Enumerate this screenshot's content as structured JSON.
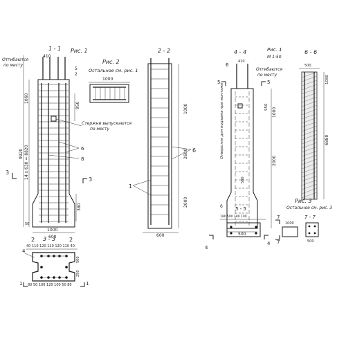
{
  "colors": {
    "ink": "#1a1a1a",
    "paper": "#ffffff"
  },
  "fig1": {
    "section_mark": "1 - 1",
    "fig_label": "Рис. 1",
    "note_bend_line1": "Отгибаются",
    "note_bend_line2": "по месту",
    "note_bars_line1": "Стержни выпускаются",
    "note_bars_line2": "по месту",
    "dim_top": "410",
    "dim_top2": "1060",
    "dim_950": "950",
    "dim_total": "9920",
    "dim_formula": "14 х 630 = 8820",
    "dim_380": "380",
    "dim_50": "50",
    "dim_1000": "1000",
    "dim_600": "600",
    "callout_6": "6",
    "callout_8": "8",
    "callout_5": "5",
    "callout_2": "2",
    "mark_3a": "3",
    "mark_3b": "3",
    "mark_2a": "2",
    "mark_2b": "2"
  },
  "fig2": {
    "fig_label": "Рис. 2",
    "note": "Остальное см. рис. 1",
    "dim_1000": "1000"
  },
  "sec33": {
    "title": "3 - 3",
    "dims_top": "40  110  120 120 120  110  40",
    "dims_bot": "80  50 100 120 100 50  80",
    "dim_right1": "500",
    "dim_right2": "250",
    "callout_4": "4",
    "mark_1a": "1",
    "mark_1b": "1"
  },
  "sec22": {
    "title": "2 - 2",
    "dim_1000": "1000",
    "dim_2600": "2600",
    "dim_2000": "2000",
    "dim_bottom": "600",
    "callout_6": "6",
    "callout_1": "1"
  },
  "sec44": {
    "title": "4 - 4",
    "fig_label": "Рис. 1",
    "scale": "М 1:50",
    "dim_410": "410",
    "note_bend_line1": "Отгибаются",
    "note_bend_line2": "по месту",
    "note_lift": "Отверстия для подъема при монтаже",
    "dim_950": "950",
    "dim_1000": "1000",
    "dim_2000": "2000",
    "dim_580": "580",
    "dim_500": "500",
    "mark_5a": "5",
    "mark_5b": "5",
    "mark_6": "6",
    "mark_4": "4"
  },
  "sec55": {
    "title": "5 - 5",
    "dims": "180 500 180  100",
    "mark_6": "6",
    "mark_4": "4"
  },
  "sec66": {
    "title": "6 - 6",
    "dim_500": "500",
    "dim_6880": "6880",
    "dim_1080": "1080"
  },
  "fig3": {
    "fig_label": "Рис. 3",
    "note": "Остальное см. рис. 3",
    "title_77": "7 - 7",
    "mark_7a": "7",
    "mark_7b": "7",
    "dim_1000": "1000",
    "dim_500": "500"
  }
}
